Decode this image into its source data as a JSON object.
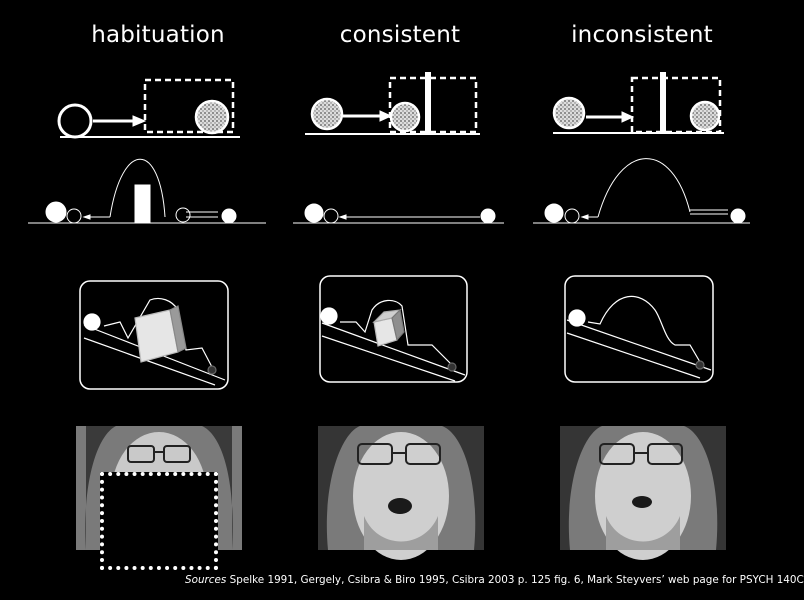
{
  "columns": [
    {
      "title": "habituation"
    },
    {
      "title": "consistent"
    },
    {
      "title": "inconsistent"
    }
  ],
  "sources": {
    "lead": "Sources",
    "text": " Spelke 1991, Gergely, Csibra & Biro 1995, Csibra 2003 p. 125 fig. 6, Mark Steyvers’ web page for PSYCH 140C"
  }
}
